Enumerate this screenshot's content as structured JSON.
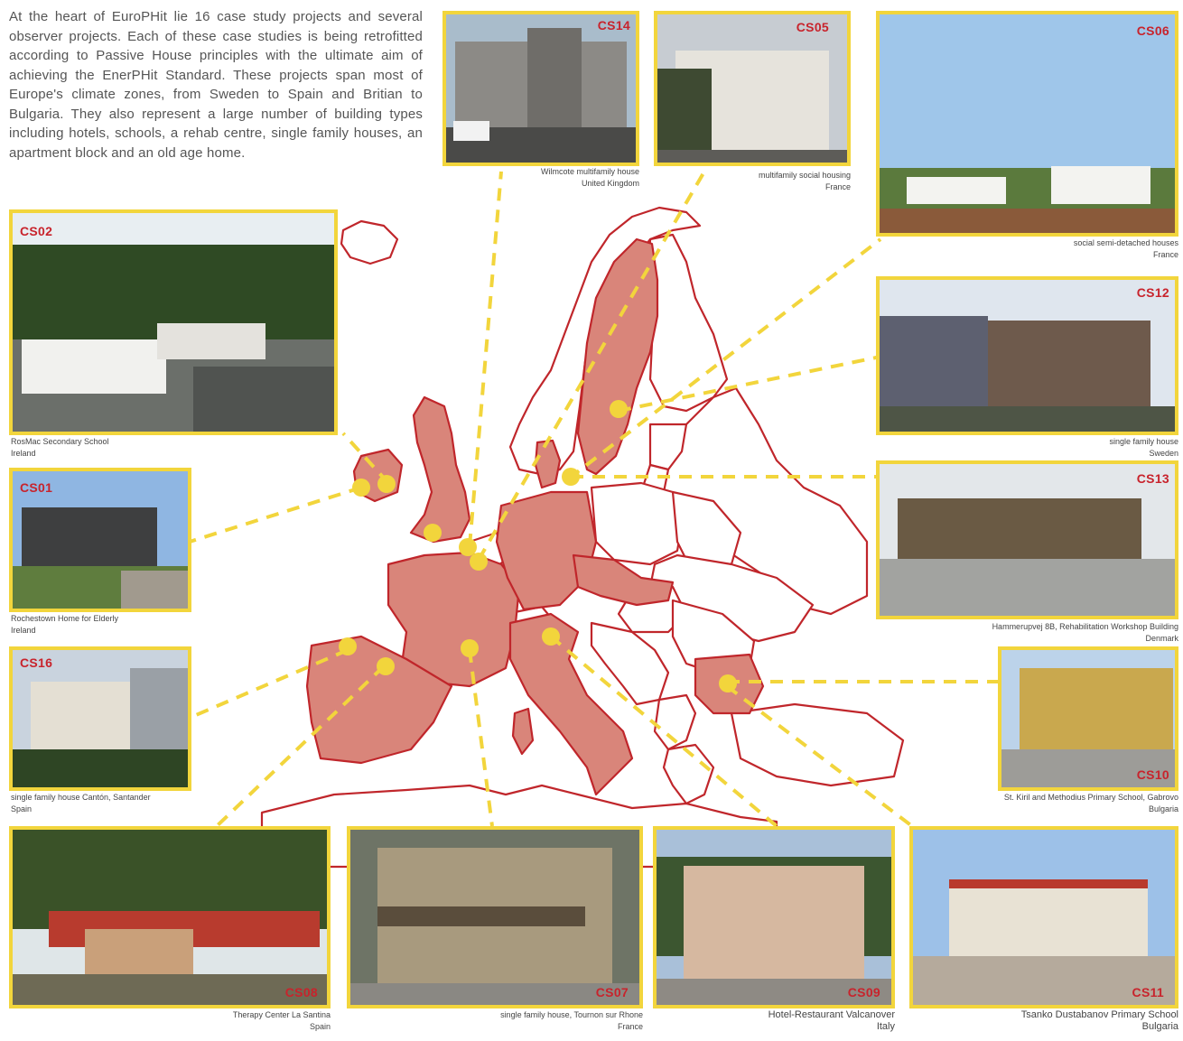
{
  "intro_text": "At the heart of EuroPHit lie 16 case study projects and several observer projects. Each of these case studies is being retrofitted according to Passive House principles with the ultimate aim of achieving the EnerPHit Standard. These projects span most of Europe's climate zones, from Sweden to Spain and Britian to Bulgaria. They also represent a large number of building types including hotels, schools, a rehab centre, single family houses, an apartment block and an old age home.",
  "colors": {
    "frame": "#f2d53c",
    "code": "#c8232c",
    "land": "#d9857a",
    "border": "#c0262b",
    "marker": "#f2d53c"
  },
  "cases": {
    "cs14": {
      "code": "CS14",
      "caption_line1": "Wilmcote multifamily house",
      "caption_line2": "United Kingdom"
    },
    "cs05": {
      "code": "CS05",
      "caption_line1": "multifamily social housing",
      "caption_line2": "France"
    },
    "cs06": {
      "code": "CS06",
      "caption_line1": "social semi-detached houses",
      "caption_line2": "France"
    },
    "cs02": {
      "code": "CS02",
      "caption_line1": "RosMac Secondary School",
      "caption_line2": "Ireland"
    },
    "cs12": {
      "code": "CS12",
      "caption_line1": "single family house",
      "caption_line2": "Sweden"
    },
    "cs01": {
      "code": "CS01",
      "caption_line1": "Rochestown Home for Elderly",
      "caption_line2": "Ireland"
    },
    "cs13": {
      "code": "CS13",
      "caption_line1": "Hammerupvej 8B, Rehabilitation Workshop Building",
      "caption_line2": "Denmark"
    },
    "cs16": {
      "code": "CS16",
      "caption_line1": "single family house Cantón, Santander",
      "caption_line2": "Spain"
    },
    "cs10": {
      "code": "CS10",
      "caption_line1": "St. Kiril and Methodius Primary School, Gabrovo",
      "caption_line2": "Bulgaria"
    },
    "cs08": {
      "code": "CS08",
      "caption_line1": "Therapy Center La Santina",
      "caption_line2": "Spain"
    },
    "cs07": {
      "code": "CS07",
      "caption_line1": "single family house, Tournon sur Rhone",
      "caption_line2": "France"
    },
    "cs09": {
      "code": "CS09",
      "caption_line1": "Hotel-Restaurant Valcanover",
      "caption_line2": "Italy"
    },
    "cs11": {
      "code": "CS11",
      "caption_line1": "Tsanko Dustabanov Primary School",
      "caption_line2": "Bulgaria"
    }
  }
}
